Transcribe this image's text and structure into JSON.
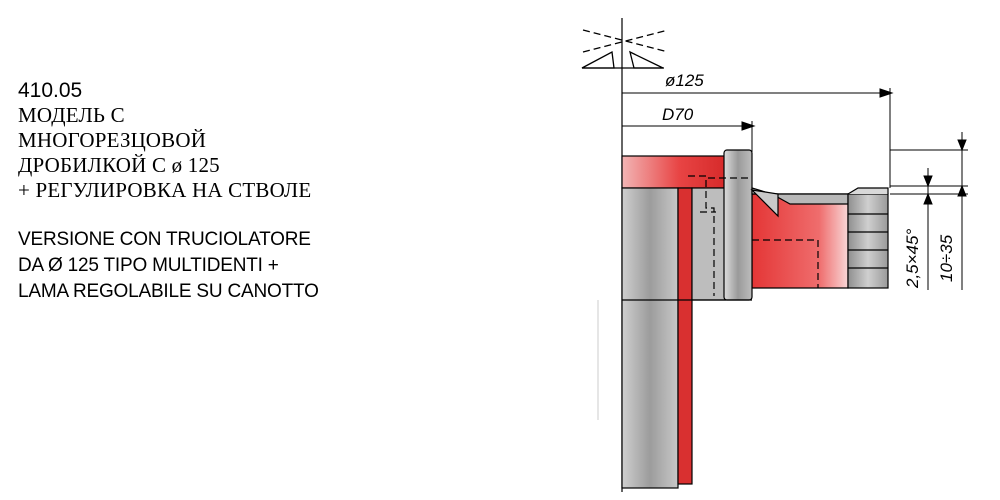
{
  "description": {
    "code": "410.05",
    "ru_lines": [
      "МОДЕЛЬ С",
      "МНОГОРЕЗЦОВОЙ",
      "ДРОБИЛКОЙ С ø 125",
      "+ РЕГУЛИРОВКА НА СТВОЛЕ"
    ],
    "it_lines": [
      "VERSIONE CON TRUCIOLATORE",
      "DA Ø 125 TIPO MULTIDENTI +",
      "LAMA REGOLABILE SU CANOTTO"
    ]
  },
  "dimensions": {
    "outer_diameter": "ø125",
    "inner_diameter": "D70",
    "chamfer": "2,5×45°",
    "height_range": "10÷35"
  },
  "colors": {
    "red": "#e23a3a",
    "light_red": "#f3b8b8",
    "gray": "#a6a6a6",
    "light_gray": "#d6d6d6"
  }
}
